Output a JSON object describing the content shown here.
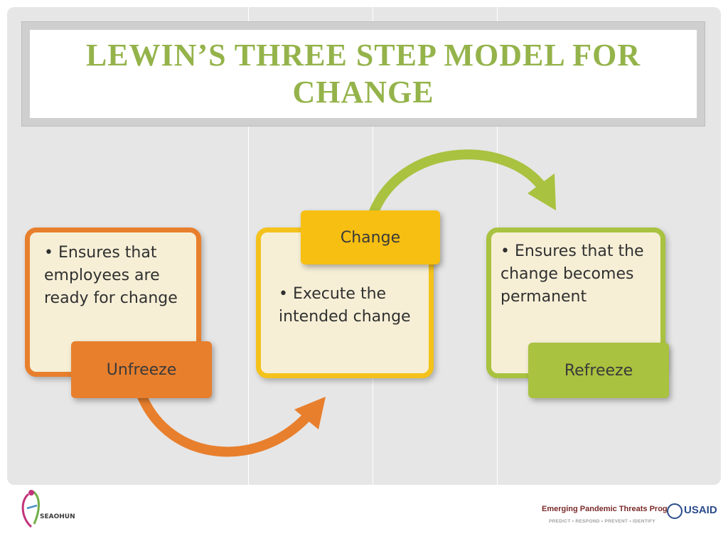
{
  "slide": {
    "title": "LEWIN’S THREE STEP MODEL FOR CHANGE",
    "colors": {
      "title": "#94b34a",
      "unfreeze": "#e87f2d",
      "change": "#f4c21b",
      "refreeze": "#a9c23f",
      "card_fill": "#f6efd6",
      "background": "#e6e6e6"
    }
  },
  "steps": [
    {
      "label": "Unfreeze",
      "bullet": "• Ensures that employees are ready for change"
    },
    {
      "label": "Change",
      "bullet": "• Execute the intended change"
    },
    {
      "label": "Refreeze",
      "bullet": "• Ensures that the change becomes permanent"
    }
  ],
  "footer": {
    "left_logo_text": "SEAOHUN",
    "program_title": "Emerging Pandemic Threats Program",
    "program_tagline": "PREDICT • RESPOND • PREVENT • IDENTIFY",
    "usaid_logo": "USAID"
  }
}
